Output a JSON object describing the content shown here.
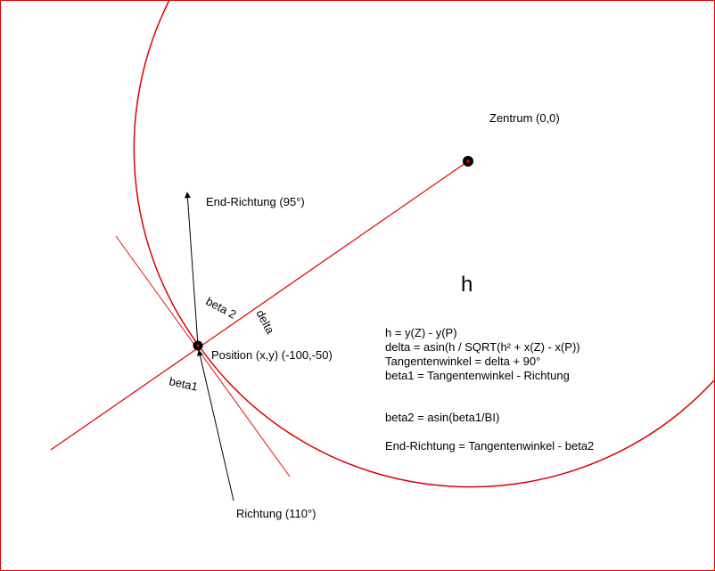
{
  "colors": {
    "frame": "#e00000",
    "circle": "#e00000",
    "radius_line": "#e00000",
    "tangent": "#e00000",
    "arrows": "#000000",
    "points": "#000000"
  },
  "labels": {
    "center": "Zentrum (0,0)",
    "end_direction": "End-Richtung (95°)",
    "beta2": "beta 2",
    "delta": "delta",
    "position": "Position (x,y) (-100,-50)",
    "beta1": "beta1",
    "direction": "Richtung (110°)",
    "h": "h"
  },
  "formulas": {
    "line1": "h = y(Z) - y(P)",
    "line2": "delta = asin(h / SQRT(h² + x(Z) - x(P))",
    "line3": "Tangentenwinkel = delta + 90°",
    "line4": "beta1 = Tangentenwinkel - Richtung",
    "line5": "beta2 = asin(beta1/BI)",
    "line6": "End-Richtung = Tangentenwinkel - beta2"
  }
}
